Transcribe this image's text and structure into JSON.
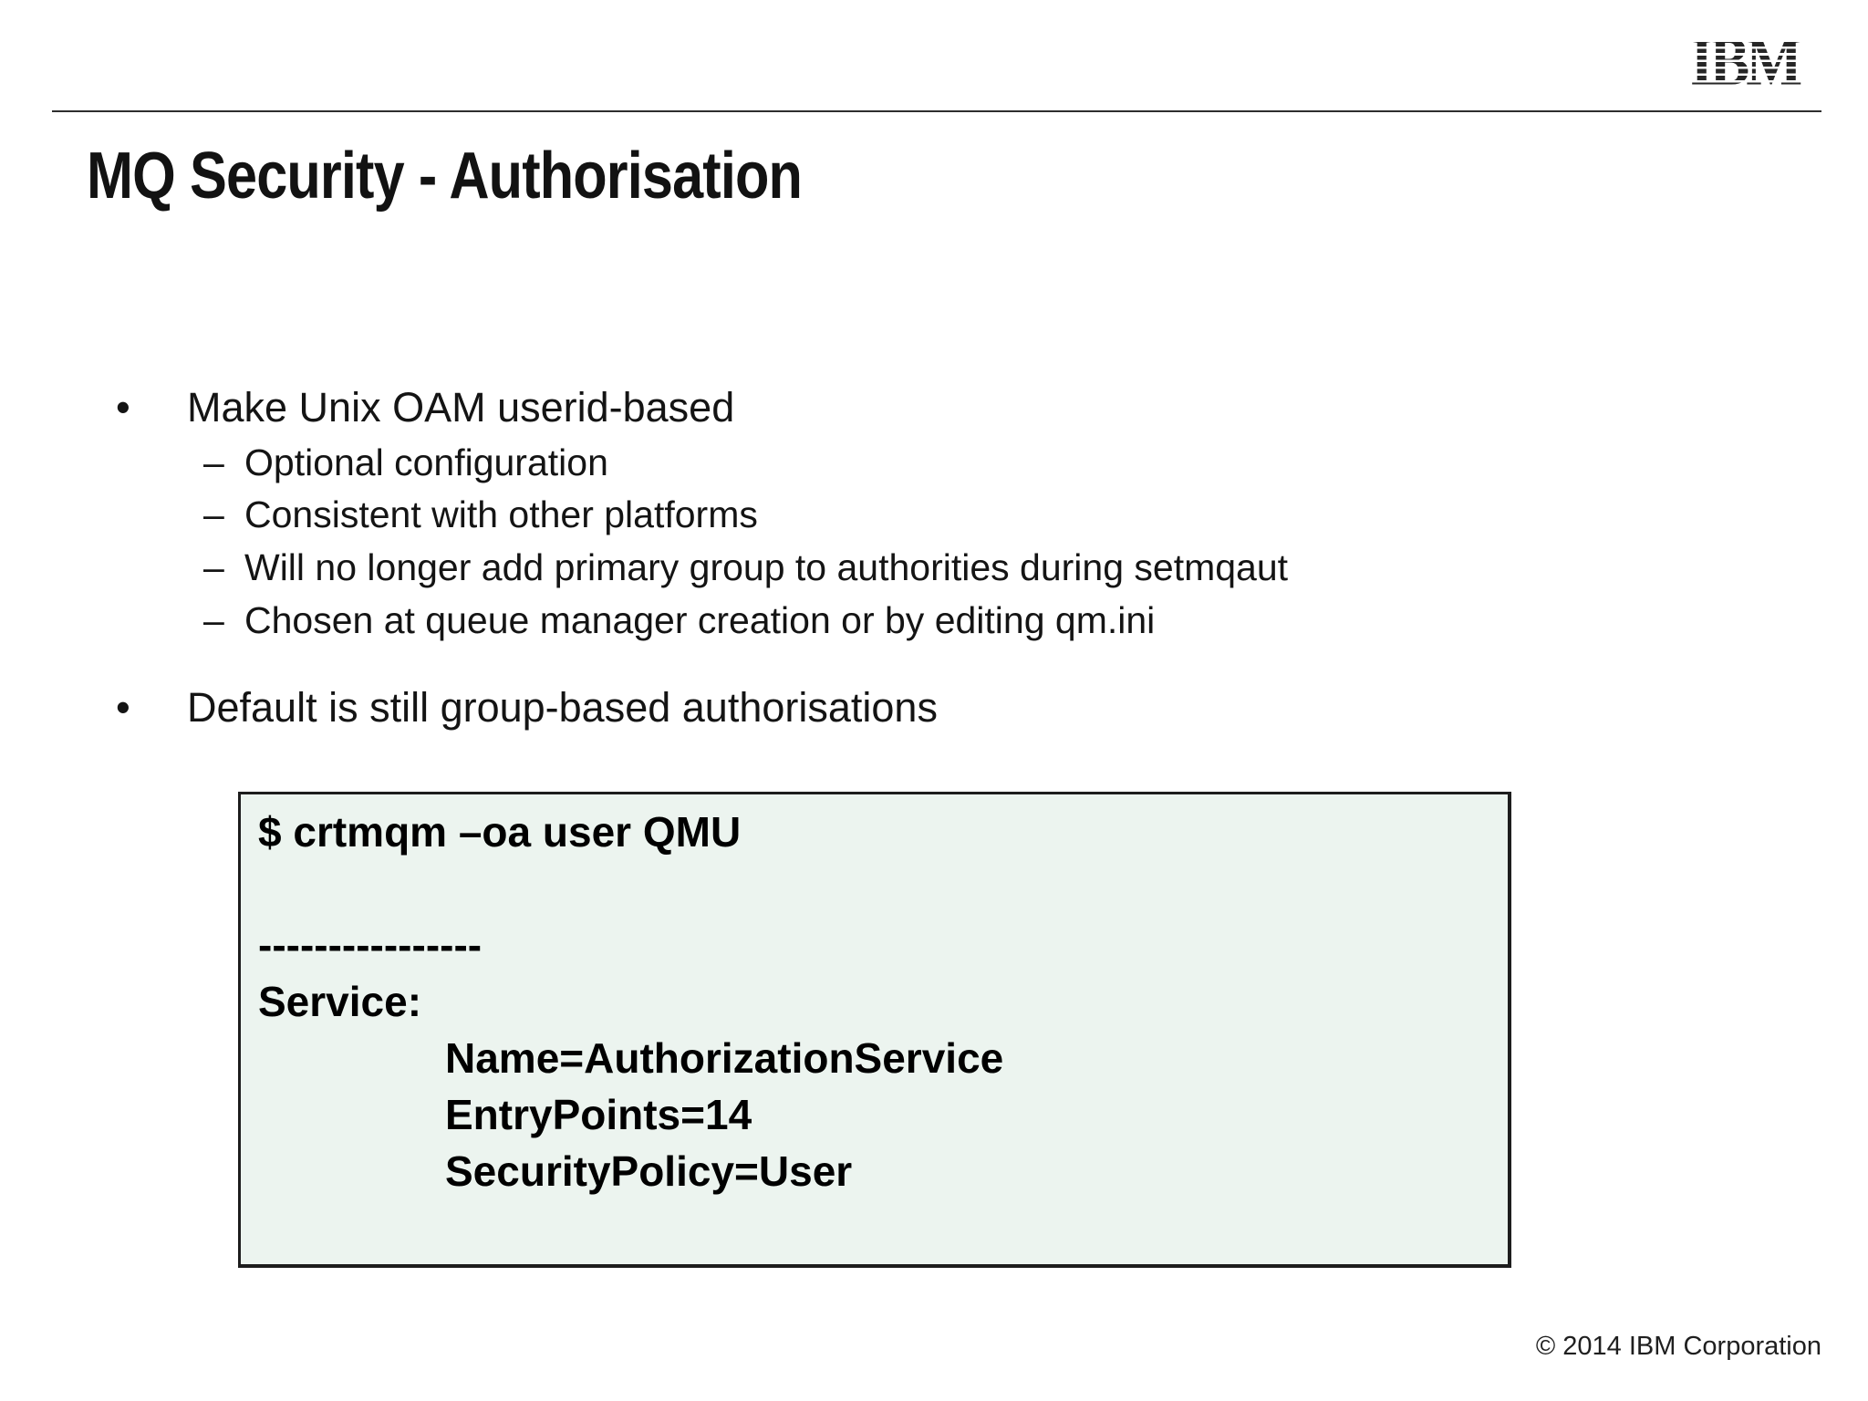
{
  "slide": {
    "logo": {
      "text": "IBM"
    },
    "title": "MQ Security - Authorisation",
    "bullets": [
      {
        "level": 1,
        "marker": "•",
        "text": "Make Unix OAM userid-based"
      },
      {
        "level": 2,
        "marker": "–",
        "text": "Optional configuration"
      },
      {
        "level": 2,
        "marker": "–",
        "text": "Consistent with other platforms"
      },
      {
        "level": 2,
        "marker": "–",
        "text": "Will no longer add primary group to authorities during setmqaut"
      },
      {
        "level": 2,
        "marker": "–",
        "text": "Chosen at queue manager creation or by editing qm.ini"
      },
      {
        "level": 1,
        "marker": "•",
        "text": "Default is still group-based authorisations"
      }
    ],
    "code_box": {
      "lines": [
        "$ crtmqm –oa user QMU",
        "",
        "----------------",
        "Service:",
        "Name=AuthorizationService",
        "EntryPoints=14",
        "SecurityPolicy=User"
      ]
    },
    "footer": "© 2014 IBM Corporation",
    "colors": {
      "code_box_background": "#ecf4ef",
      "code_box_border": "#1d1d1d",
      "text": "#141414",
      "logo": "#262626"
    }
  }
}
